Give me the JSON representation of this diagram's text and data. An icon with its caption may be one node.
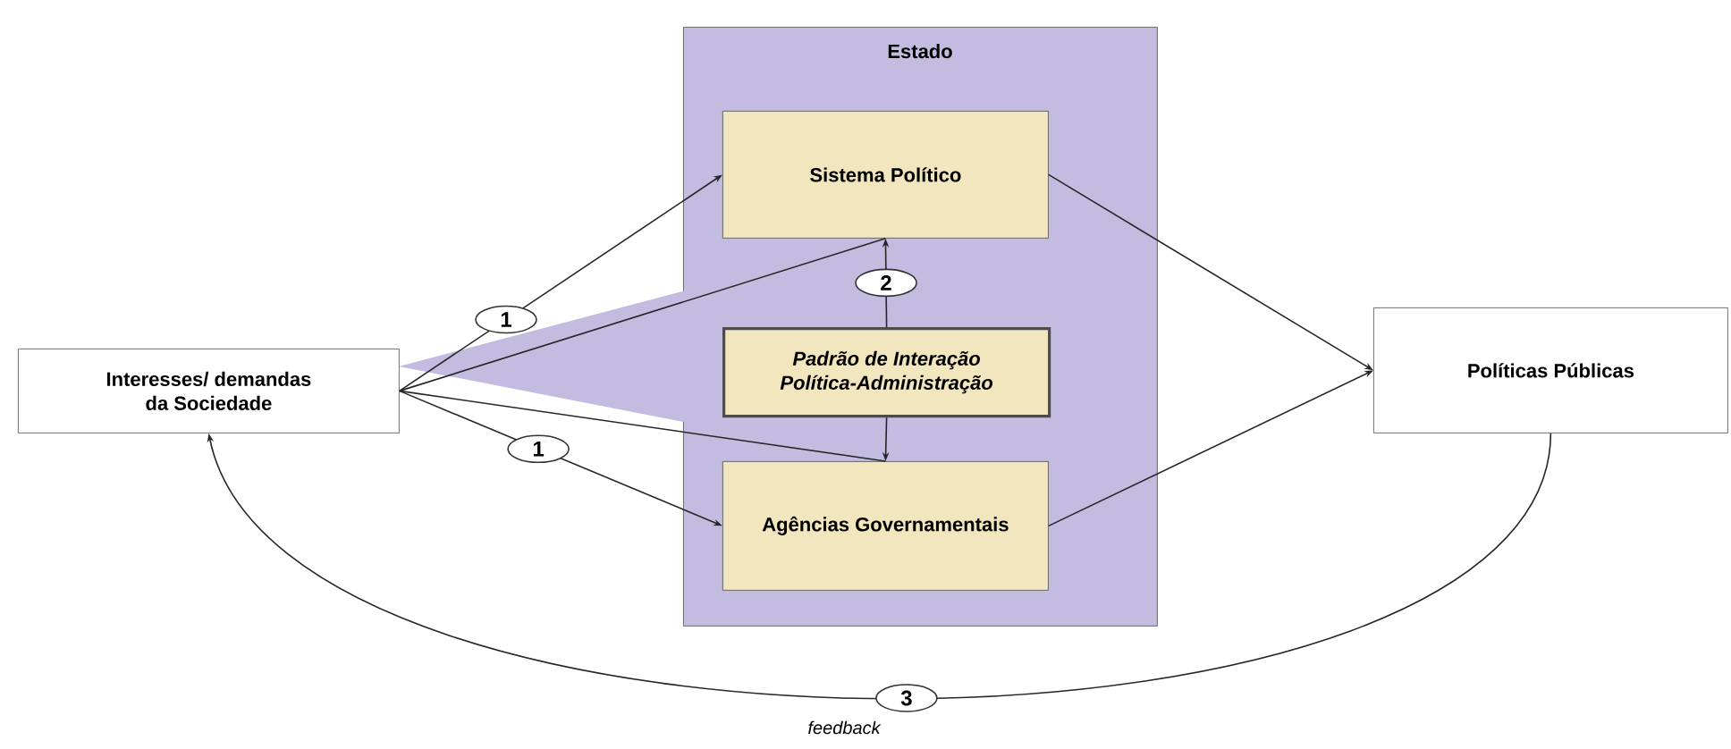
{
  "diagram": {
    "nodes": [
      {
        "text": [
          "Estado"
        ]
      },
      {
        "text": [
          "Sistema Político"
        ],
        "in": 0
      },
      {
        "text": [
          "Padrão de Interação Política-Administração"
        ],
        "in": 0
      },
      {
        "text": [
          "Agências Governamentais"
        ],
        "in": 0
      },
      {
        "text": [
          "Interesses/ demandas da Sociedade"
        ]
      },
      {
        "text": [
          "Políticas Públicas"
        ]
      }
    ],
    "edges": [
      {
        "from": 4,
        "to": 1,
        "arrow": "to",
        "label": "1"
      },
      {
        "from": 4,
        "to": 1,
        "arrow": "none"
      },
      {
        "from": 4,
        "to": 3,
        "arrow": "none"
      },
      {
        "from": 4,
        "to": 3,
        "arrow": "to",
        "label": "1"
      },
      {
        "from": 2,
        "to": 1,
        "arrow": "to",
        "label": "2"
      },
      {
        "from": 2,
        "to": 3,
        "arrow": "to"
      },
      {
        "from": 1,
        "to": 5,
        "arrow": "to"
      },
      {
        "from": 3,
        "to": 5,
        "arrow": "to"
      },
      {
        "from": 5,
        "to": 4,
        "arrow": "to",
        "label": "3"
      }
    ],
    "labels": [
      "feedback"
    ]
  }
}
